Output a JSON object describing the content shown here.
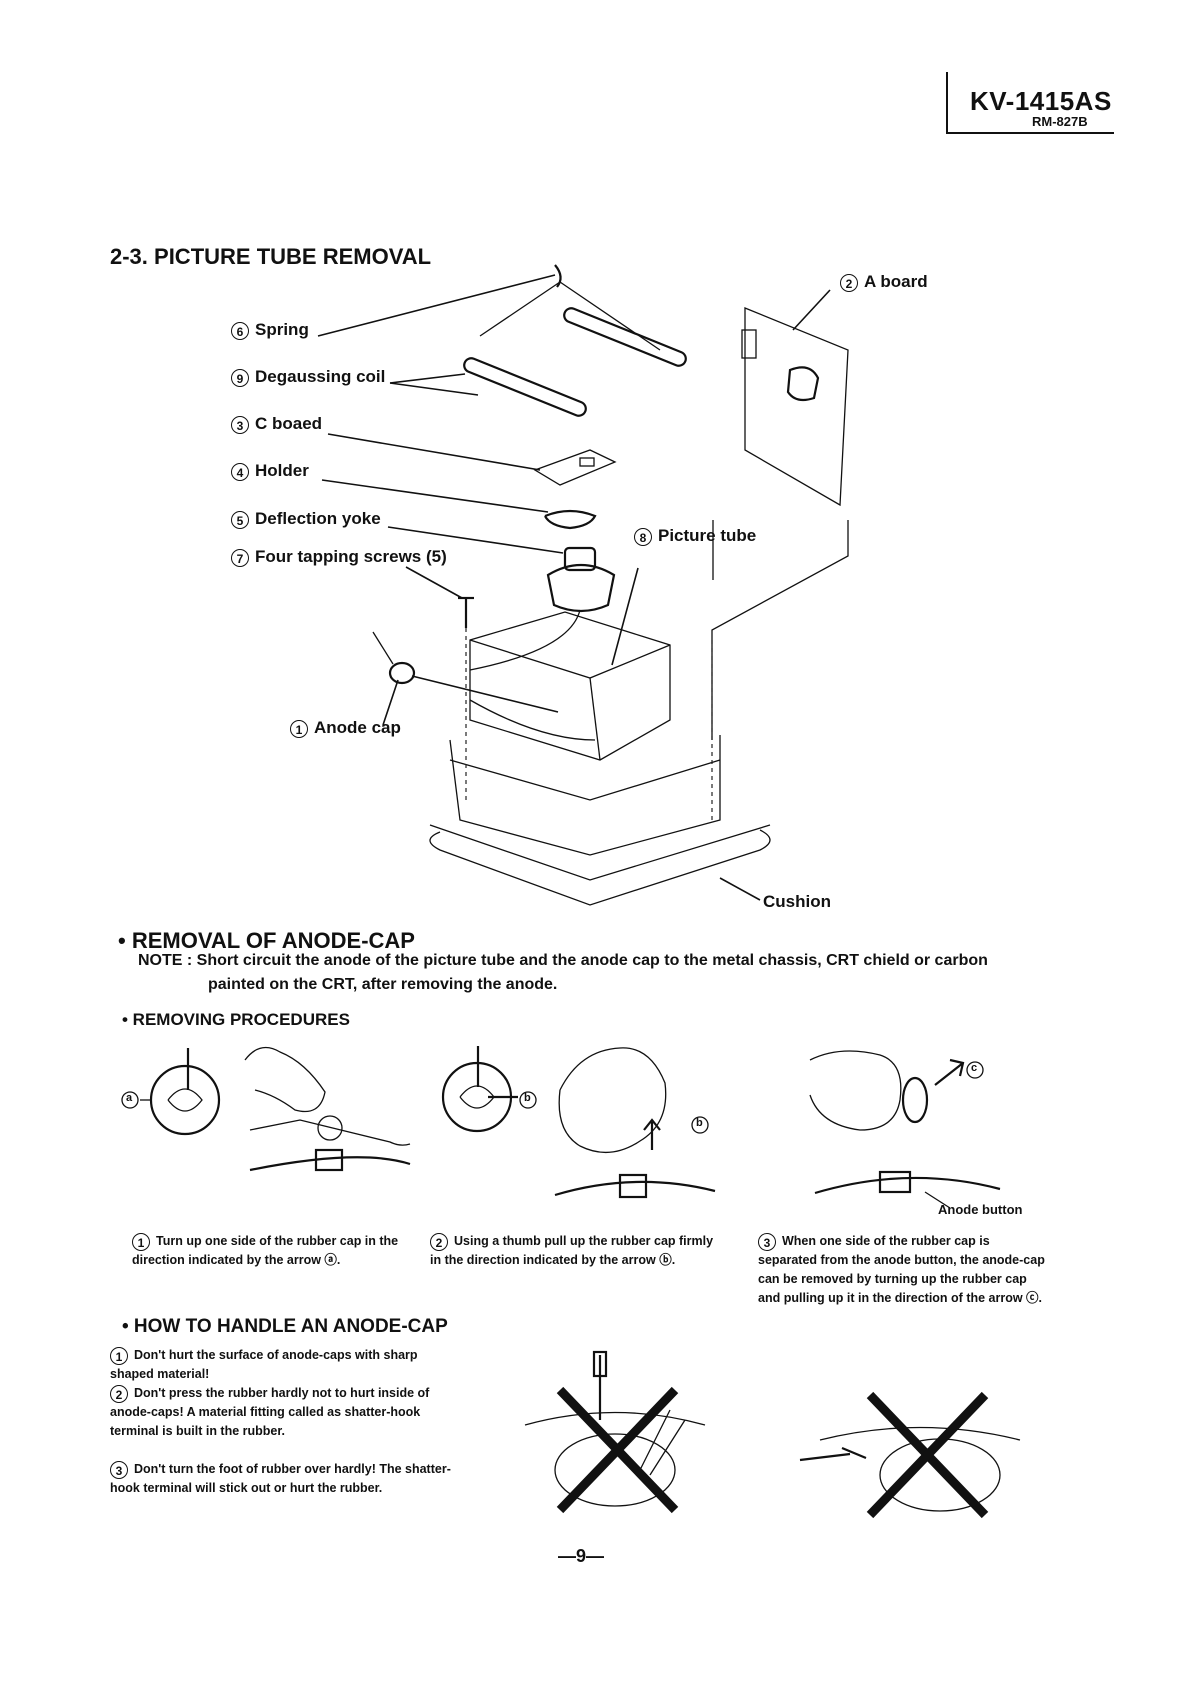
{
  "header": {
    "model": "KV-1415AS",
    "sub_model": "RM-827B"
  },
  "section_title": "2-3. PICTURE TUBE REMOVAL",
  "diagram_labels": {
    "spring": {
      "num": "6",
      "text": "Spring"
    },
    "degaussing_coil": {
      "num": "9",
      "text": "Degaussing coil"
    },
    "c_board": {
      "num": "3",
      "text": "C boaed"
    },
    "holder": {
      "num": "4",
      "text": "Holder"
    },
    "deflection_yoke": {
      "num": "5",
      "text": "Deflection yoke"
    },
    "tapping_screws": {
      "num": "7",
      "text": "Four tapping screws (5)"
    },
    "anode_cap": {
      "num": "1",
      "text": "Anode cap"
    },
    "a_board": {
      "num": "2",
      "text": "A board"
    },
    "picture_tube": {
      "num": "8",
      "text": "Picture tube"
    },
    "cushion": "Cushion"
  },
  "removal": {
    "title": "• REMOVAL OF ANODE-CAP",
    "note_line1": "NOTE : Short circuit the anode of the picture tube and the anode cap to the metal chassis, CRT chield or carbon",
    "note_line2": "painted on the CRT, after removing the anode.",
    "procedures_title": "• REMOVING PROCEDURES",
    "marker_a": "a",
    "marker_b": "b",
    "marker_c": "c",
    "anode_button": "Anode button",
    "steps": [
      {
        "num": "1",
        "text": "Turn up one side of the rubber cap in the direction indicated by the arrow ⓐ."
      },
      {
        "num": "2",
        "text": "Using a thumb pull up the rubber cap firmly in the direction indicated by the arrow ⓑ."
      },
      {
        "num": "3",
        "text": "When one side of the rubber cap is separated from the anode button, the anode-cap can be removed by turning up the rubber cap and pulling up it in the direction of the arrow ⓒ."
      }
    ]
  },
  "handle": {
    "title": "• HOW TO HANDLE AN ANODE-CAP",
    "items": [
      {
        "num": "1",
        "text": "Don't hurt the surface of anode-caps with sharp shaped material!"
      },
      {
        "num": "2",
        "text": "Don't press the rubber hardly not to hurt inside of anode-caps! A material fitting called as shatter-hook terminal is built in the rubber."
      },
      {
        "num": "3",
        "text": "Don't turn the foot of rubber over hardly! The shatter-hook terminal will stick out or hurt the rubber."
      }
    ]
  },
  "page_number": "—9—"
}
